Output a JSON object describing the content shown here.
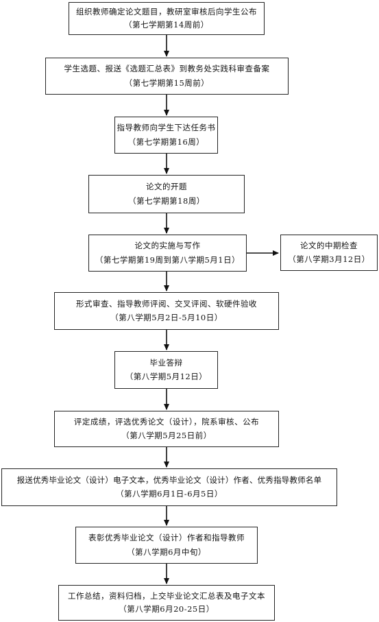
{
  "steps": [
    {
      "title": "组织教师确定论文题目，教研室审核后向学生公布",
      "time": "（第七学期第14周前）"
    },
    {
      "title": "学生选题、报送《选题汇总表》到教务处实践科审查备案",
      "time": "（第七学期第15周前）"
    },
    {
      "title": "指导教师向学生下达任务书",
      "time": "（第七学期第16周）"
    },
    {
      "title": "论文的开题",
      "time": "（第七学期第18周）"
    },
    {
      "title": "论文的实施与写作",
      "time": "（第七学期第19周到第八学期5月1日）"
    },
    {
      "title": "论文的中期检查",
      "time": "（第八学期3月12日）"
    },
    {
      "title": "形式审查、指导教师评阅、交叉评阅、软硬件验收",
      "time": "（第八学期5月2日-5月10日）"
    },
    {
      "title": "毕业答辩",
      "time": "（第八学期5月12日）"
    },
    {
      "title": "评定成绩，评选优秀论文（设计），院系审核、公布",
      "time": "（第八学期5月25日前）"
    },
    {
      "title": "报送优秀毕业论文（设计）电子文本，优秀毕业论文（设计）作者、优秀指导教师名单",
      "time": "（第八学期6月1日-6月5日）"
    },
    {
      "title": "表彰优秀毕业论文（设计）作者和指导教师",
      "time": "（第八学期6月中旬）"
    },
    {
      "title": "工作总结，资料归档，上交毕业论文汇总表及电子文本",
      "time": "（第八学期6月20-25日）"
    }
  ]
}
